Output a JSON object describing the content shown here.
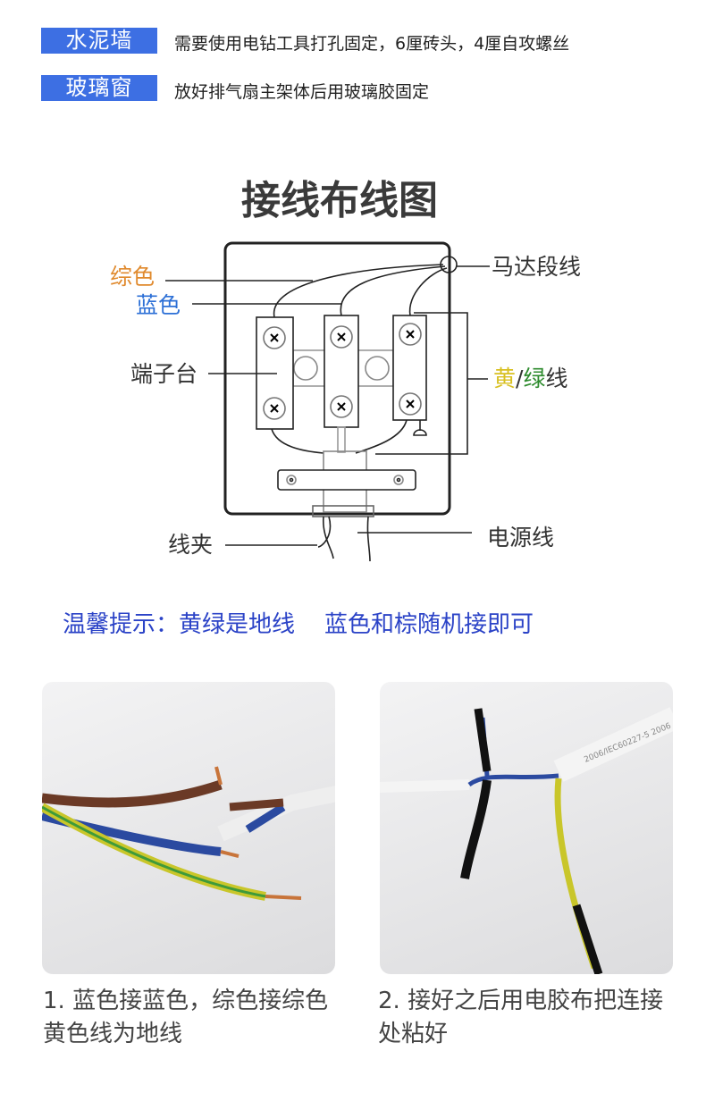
{
  "mounting": [
    {
      "tag": "水泥墙",
      "desc": "需要使用电钻工具打孔固定，6厘砖头，4厘自攻螺丝"
    },
    {
      "tag": "玻璃窗",
      "desc": "放好排气扇主架体后用玻璃胶固定"
    }
  ],
  "diagram": {
    "title": "接线布线图",
    "labels": {
      "brown": "综色",
      "blue": "蓝色",
      "terminal": "端子台",
      "motor": "马达段线",
      "yellow": "黄",
      "slash": "/",
      "green": "绿",
      "wire": "线",
      "clamp": "线夹",
      "power": "电源线"
    },
    "colors": {
      "brown": "#e08a2e",
      "blue": "#2c6fd6",
      "yellow": "#d8c020",
      "green": "#2e8b2e"
    }
  },
  "tip": "温馨提示：黄绿是地线    蓝色和棕随机接即可",
  "photos": [
    {
      "caption": "1. 蓝色接蓝色，综色接综色黄色线为地线"
    },
    {
      "caption": "2. 接好之后用电胶布把连接处粘好",
      "cable_print": "2006/IEC60227-5 2006"
    }
  ]
}
